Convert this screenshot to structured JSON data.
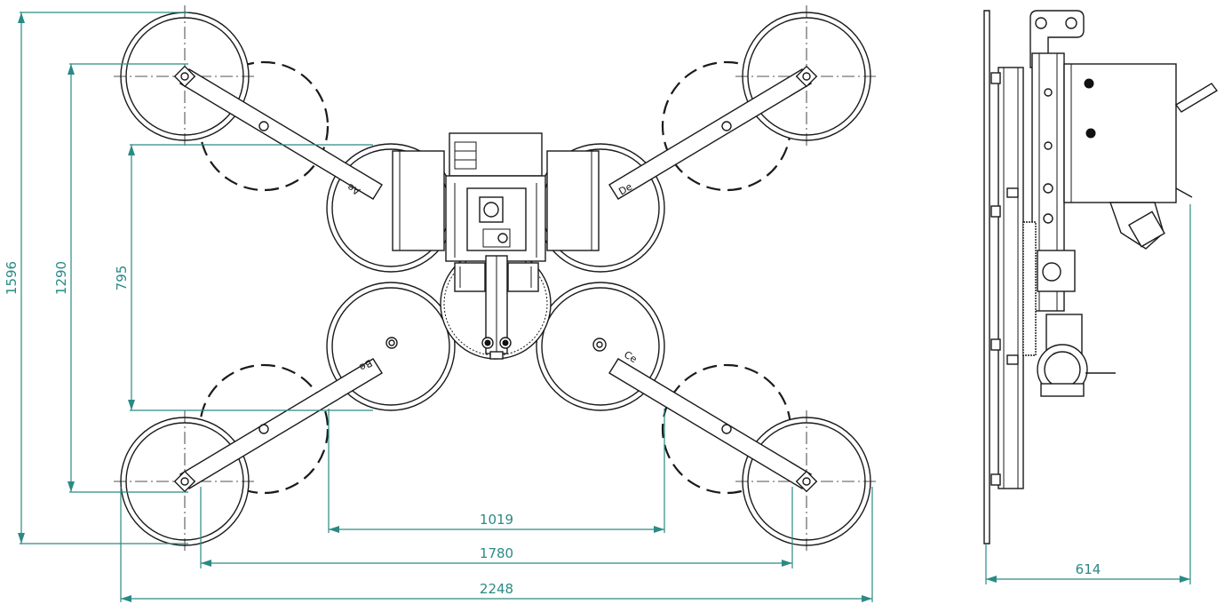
{
  "dimensions": {
    "overall_width": "2248",
    "outer_cup_spacing": "1780",
    "inner_cup_spacing": "1019",
    "overall_height": "1596",
    "outer_cup_height": "1290",
    "inner_cup_height": "795",
    "side_depth": "614"
  },
  "arm_labels": {
    "top_left": "Ae",
    "top_right": "De",
    "bottom_left": "Be",
    "bottom_right": "Ce"
  },
  "colors": {
    "dimension": "#2a8a85",
    "line": "#1a1a1a",
    "background": "#ffffff"
  }
}
